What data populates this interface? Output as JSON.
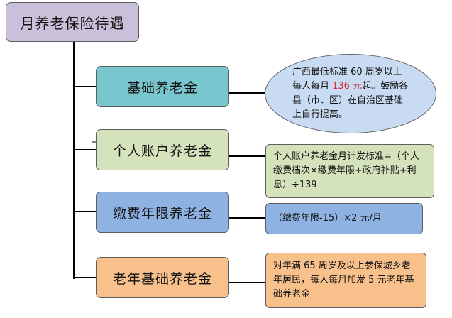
{
  "colors": {
    "title_fill": "#cbc0da",
    "teal_fill": "#79c6cf",
    "green_fill": "#d5e3bc",
    "blue_fill": "#8eb2e1",
    "orange_fill": "#f8c08b",
    "ellipse_fill": "#c9dbf2",
    "line": "#000000",
    "highlight": "#d9262c"
  },
  "title": "月养老保险待遇",
  "branches": [
    {
      "label": "基础养老金"
    },
    {
      "label": "个人账户养老金"
    },
    {
      "label": "缴费年限养老金"
    },
    {
      "label": "老年基础养老金"
    }
  ],
  "notes": {
    "basic": {
      "before": "广西最低标准 60 周岁以上每人每月 ",
      "highlight": "136 元",
      "after": "起。鼓励各县（市、区）在自治区基础上自行提高。"
    },
    "personal": "个人账户养老金月计发标准=（个人缴费档次×缴费年限+政府补贴+利息）÷139",
    "years": "（缴费年限-15）×2 元/月",
    "elderly": "对年满 65 周岁及以上参保城乡老年居民，每人每月加发 5 元老年基础养老金"
  }
}
